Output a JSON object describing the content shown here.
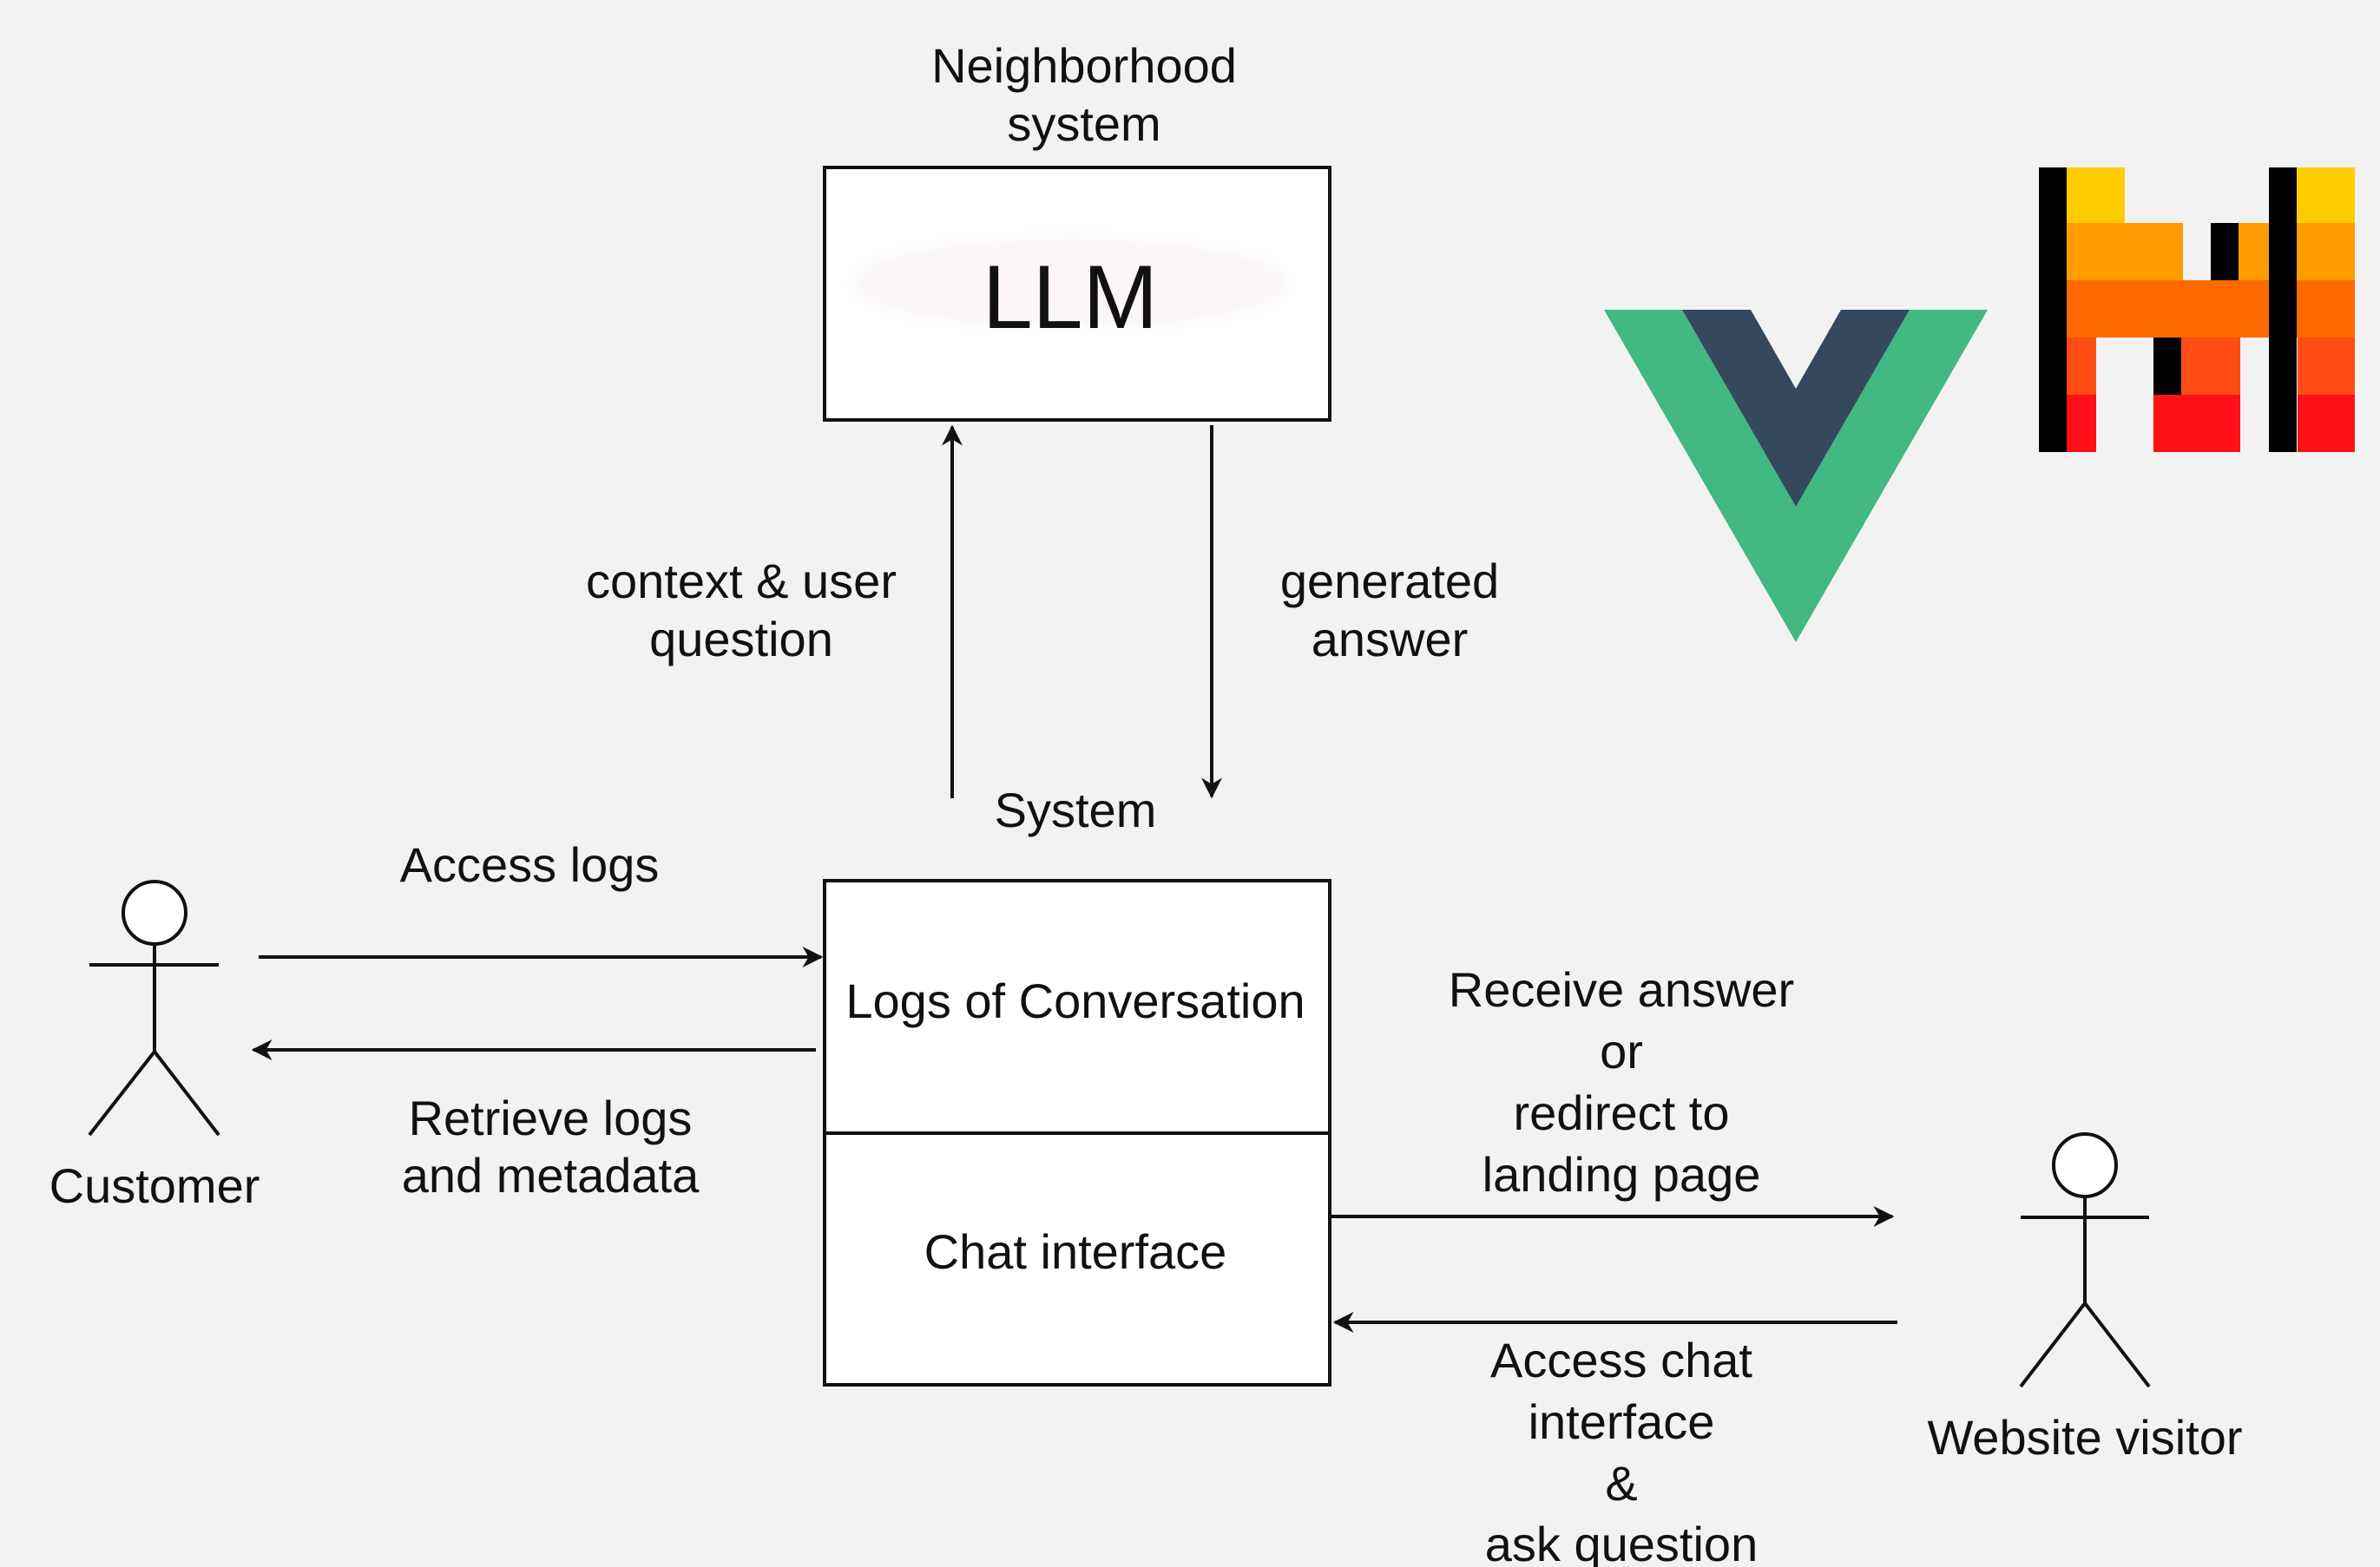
{
  "llm_node": {
    "caption_lines": [
      "Neighborhood",
      "system"
    ],
    "label": "LLM"
  },
  "system_node": {
    "caption": "System",
    "sections": [
      "Logs of Conversation",
      "Chat interface"
    ]
  },
  "actors": {
    "customer": "Customer",
    "visitor": "Website visitor"
  },
  "edges": {
    "context_question": [
      "context & user",
      "question"
    ],
    "generated_answer": [
      "generated",
      "answer"
    ],
    "access_logs": [
      "Access logs"
    ],
    "retrieve_logs": [
      "Retrieve logs",
      "and metadata"
    ],
    "receive_answer": [
      "Receive answer",
      "or",
      "redirect to",
      "landing page"
    ],
    "access_chat": [
      "Access chat",
      "interface",
      "&",
      "ask question"
    ]
  },
  "logos": {
    "vue": {
      "name": "vue-logo",
      "colors": {
        "outer": "#42b883",
        "inner": "#35495e"
      }
    },
    "mistral": {
      "name": "mistral-logo",
      "colors": [
        "#ffcc00",
        "#ff9d00",
        "#ff6a00",
        "#ff4c14",
        "#ff0f17",
        "#000000"
      ]
    }
  }
}
